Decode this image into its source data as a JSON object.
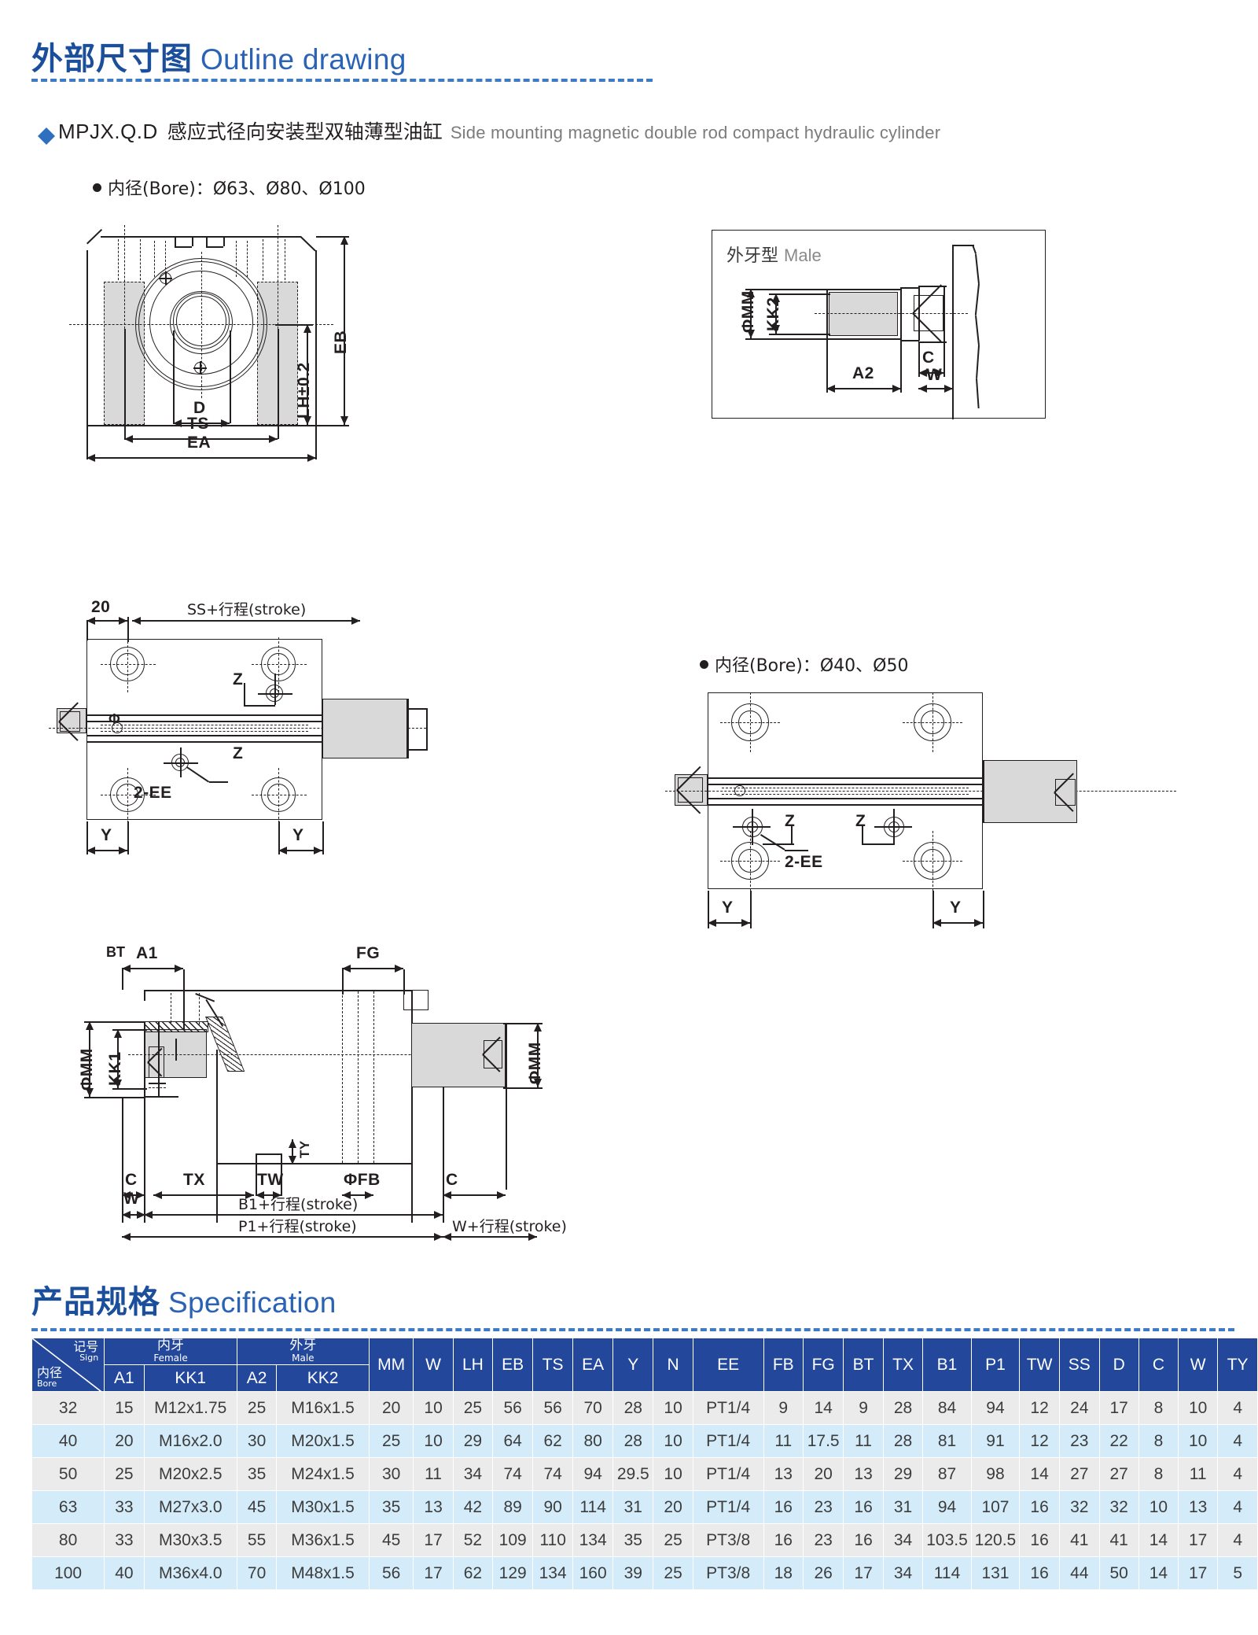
{
  "header": {
    "title_cn": "外部尺寸图",
    "title_en": "Outline drawing"
  },
  "product": {
    "code": "MPJX.Q.D",
    "name_cn": "感应式径向安装型双轴薄型油缸",
    "name_en": "Side mounting magnetic double rod compact hydraulic cylinder"
  },
  "bore_notes": {
    "top": "内径(Bore)：Ø63、Ø80、Ø100",
    "right": "内径(Bore)：Ø40、Ø50"
  },
  "male_panel": {
    "label_cn": "外牙型",
    "label_en": "Male",
    "dims": [
      "ΦMM",
      "KK2",
      "A2",
      "C",
      "W"
    ]
  },
  "drawing_labels": {
    "front_view": [
      "EB",
      "LH±0.2",
      "D",
      "TS",
      "EA"
    ],
    "side_view_left": [
      "20",
      "SS+行程(stroke)",
      "Z",
      "Φ",
      "Z",
      "2-EE",
      "Y",
      "Y"
    ],
    "side_view_right": [
      "Z",
      "Z",
      "2-EE",
      "Y",
      "Y"
    ],
    "section_view": [
      "A1",
      "FG",
      "BT",
      "ΦMM",
      "KK1",
      "ΦMM",
      "TY",
      "C",
      "TX",
      "TW",
      "ΦFB",
      "C",
      "W",
      "B1+行程(stroke)",
      "P1+行程(stroke)",
      "W+行程(stroke)"
    ]
  },
  "spec": {
    "title_cn": "产品规格",
    "title_en": "Specification",
    "corner": {
      "top_right_cn": "记号",
      "top_right_en": "Sign",
      "bottom_left_cn": "内径",
      "bottom_left_en": "Bore"
    },
    "groups": [
      {
        "label_cn": "内牙",
        "label_en": "Female",
        "span": 2
      },
      {
        "label_cn": "外牙",
        "label_en": "Male",
        "span": 2
      }
    ],
    "columns": [
      "A1",
      "KK1",
      "A2",
      "KK2",
      "MM",
      "W",
      "LH",
      "EB",
      "TS",
      "EA",
      "Y",
      "N",
      "EE",
      "FB",
      "FG",
      "BT",
      "TX",
      "B1",
      "P1",
      "TW",
      "SS",
      "D",
      "C",
      "W",
      "TY"
    ],
    "rows": [
      {
        "bore": "32",
        "values": [
          "15",
          "M12x1.75",
          "25",
          "M16x1.5",
          "20",
          "10",
          "25",
          "56",
          "56",
          "70",
          "28",
          "10",
          "PT1/4",
          "9",
          "14",
          "9",
          "28",
          "84",
          "94",
          "12",
          "24",
          "17",
          "8",
          "10",
          "4"
        ]
      },
      {
        "bore": "40",
        "values": [
          "20",
          "M16x2.0",
          "30",
          "M20x1.5",
          "25",
          "10",
          "29",
          "64",
          "62",
          "80",
          "28",
          "10",
          "PT1/4",
          "11",
          "17.5",
          "11",
          "28",
          "81",
          "91",
          "12",
          "23",
          "22",
          "8",
          "10",
          "4"
        ]
      },
      {
        "bore": "50",
        "values": [
          "25",
          "M20x2.5",
          "35",
          "M24x1.5",
          "30",
          "11",
          "34",
          "74",
          "74",
          "94",
          "29.5",
          "10",
          "PT1/4",
          "13",
          "20",
          "13",
          "29",
          "87",
          "98",
          "14",
          "27",
          "27",
          "8",
          "11",
          "4"
        ]
      },
      {
        "bore": "63",
        "values": [
          "33",
          "M27x3.0",
          "45",
          "M30x1.5",
          "35",
          "13",
          "42",
          "89",
          "90",
          "114",
          "31",
          "20",
          "PT1/4",
          "16",
          "23",
          "16",
          "31",
          "94",
          "107",
          "16",
          "32",
          "32",
          "10",
          "13",
          "4"
        ]
      },
      {
        "bore": "80",
        "values": [
          "33",
          "M30x3.5",
          "55",
          "M36x1.5",
          "45",
          "17",
          "52",
          "109",
          "110",
          "134",
          "35",
          "25",
          "PT3/8",
          "16",
          "23",
          "16",
          "34",
          "103.5",
          "120.5",
          "16",
          "41",
          "41",
          "14",
          "17",
          "4"
        ]
      },
      {
        "bore": "100",
        "values": [
          "40",
          "M36x4.0",
          "70",
          "M48x1.5",
          "56",
          "17",
          "62",
          "129",
          "134",
          "160",
          "39",
          "25",
          "PT3/8",
          "18",
          "26",
          "17",
          "34",
          "114",
          "131",
          "16",
          "44",
          "50",
          "14",
          "17",
          "5"
        ]
      }
    ]
  },
  "colors": {
    "brand_blue": "#22479b",
    "title_blue": "#2a63b5",
    "row_even": "#d4ecfa",
    "row_odd": "#ebebeb"
  }
}
